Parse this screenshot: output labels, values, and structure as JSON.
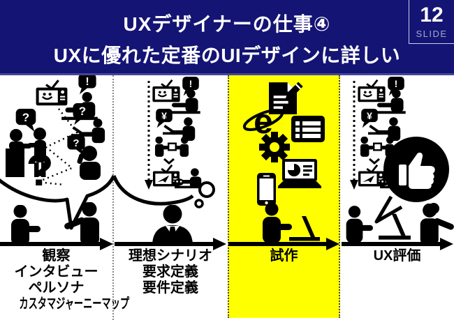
{
  "header": {
    "title_line1": "UXデザイナーの仕事④",
    "title_line2": "UXに優れた定番のUIデザインに詳しい",
    "slide_number": "12",
    "slide_word": "SLIDE"
  },
  "colors": {
    "header_bg": "#141474",
    "highlight_yellow": "#ffff00",
    "ink": "#000000",
    "slide_word_color": "#9fa9cf",
    "title_color": "#ffffff"
  },
  "stages": [
    {
      "id": "research",
      "highlighted": false,
      "label_lines": [
        "観察",
        "インタビュー",
        "ペルソナ",
        "カスタマジャーニーマップ"
      ],
      "icons": [
        "tv-smiley",
        "person-at-desk",
        "exclamation-bubble",
        "question-bubble",
        "reception-counter-pair",
        "person-with-laptop",
        "person-on-phone",
        "big-question-mark",
        "dotted-zigzag",
        "speech-bubble-outline",
        "observer-person",
        "presenter-person"
      ]
    },
    {
      "id": "ideal-scenario",
      "highlighted": false,
      "label_lines": [
        "理想シナリオ",
        "要求定義",
        "要件定義"
      ],
      "icons": [
        "dotted-down-arrow",
        "tv-smiley",
        "person-at-desk",
        "exclamation-bubble",
        "yen-bubble",
        "person-with-laptop",
        "package-handoff-pair",
        "tv-airplane",
        "person-with-game-controller",
        "thought-bubble-outline",
        "businessman-bust"
      ]
    },
    {
      "id": "prototype",
      "highlighted": true,
      "label_lines": [
        "試作"
      ],
      "icons": [
        "document-pencil",
        "ie-browser",
        "list-window",
        "gear",
        "smartphone",
        "laptop-with-chart",
        "person-with-laptop"
      ]
    },
    {
      "id": "ux-evaluation",
      "highlighted": false,
      "label_lines": [
        "UX評価"
      ],
      "icons": [
        "dotted-down-arrow",
        "tv-smiley",
        "person-at-desk",
        "exclamation-bubble",
        "yen-bubble",
        "person-with-laptop",
        "package-handoff-pair",
        "tv-airplane",
        "person-with-game-controller",
        "thumbs-up-speech-bubble",
        "two-people-with-laptops"
      ]
    }
  ],
  "glyphs": {
    "question": "?",
    "exclamation": "!",
    "yen": "¥",
    "big_question": "?",
    "browser_e": "e"
  }
}
